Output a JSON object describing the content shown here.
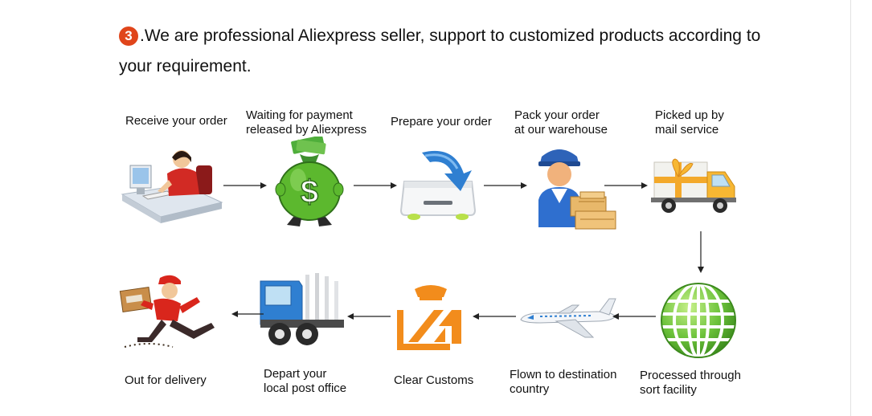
{
  "heading": {
    "number": "3",
    "text_line1": ".We are professional Aliexpress seller, support to customized products according to",
    "text_line2": "your requirement."
  },
  "steps": [
    {
      "line1": "Receive your order",
      "line2": ""
    },
    {
      "line1": "Waiting for payment",
      "line2": "released by Aliexpress"
    },
    {
      "line1": "Prepare your order",
      "line2": ""
    },
    {
      "line1": "Pack your order",
      "line2": "at our warehouse"
    },
    {
      "line1": "Picked up by",
      "line2": "mail service"
    },
    {
      "line1": "Processed through",
      "line2": "sort facility"
    },
    {
      "line1": "Flown to destination",
      "line2": "country"
    },
    {
      "line1": "Clear Customs",
      "line2": ""
    },
    {
      "line1": "Depart your",
      "line2": "local post office"
    },
    {
      "line1": "Out for delivery",
      "line2": ""
    }
  ],
  "icons": {
    "step1": "person-at-computer-icon",
    "step2": "money-bag-icon",
    "step3": "download-tray-icon",
    "step4": "courier-with-boxes-icon",
    "step5": "delivery-truck-icon",
    "step6": "globe-icon",
    "step7": "airplane-icon",
    "step8": "customs-officer-icon",
    "step9": "post-truck-icon",
    "step10": "running-courier-icon"
  },
  "colors": {
    "badge": "#e0451b",
    "green": "#5cb82e",
    "blue": "#2f7fd1",
    "orange": "#f28c1c"
  }
}
